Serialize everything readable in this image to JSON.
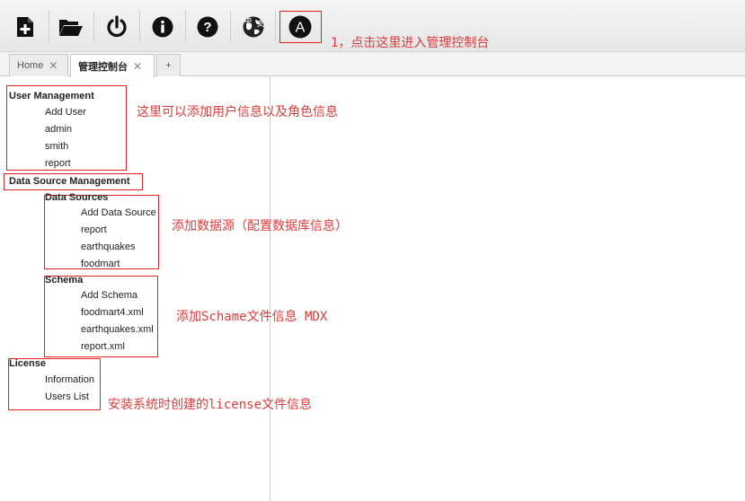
{
  "toolbar": {
    "buttons": [
      {
        "name": "new-icon"
      },
      {
        "name": "open-folder-icon"
      },
      {
        "name": "power-icon"
      },
      {
        "name": "info-icon"
      },
      {
        "name": "help-icon"
      },
      {
        "name": "language-icon"
      },
      {
        "name": "admin-console-icon",
        "glyph": "A"
      }
    ],
    "annotation": "1，点击这里进入管理控制台"
  },
  "tabs": [
    {
      "label": "Home",
      "close": "✕"
    },
    {
      "label": "管理控制台",
      "close": "✕"
    },
    {
      "label": "+"
    }
  ],
  "tree": {
    "user_management": {
      "title": "User Management",
      "items": [
        "Add User",
        "admin",
        "smith",
        "report"
      ],
      "annotation": "这里可以添加用户信息以及角色信息"
    },
    "data_source_management": {
      "title": "Data Source Management",
      "data_sources": {
        "title": "Data Sources",
        "items": [
          "Add Data Source",
          "report",
          "earthquakes",
          "foodmart"
        ],
        "annotation": "添加数据源（配置数据库信息）"
      },
      "schema": {
        "title": "Schema",
        "items": [
          "Add Schema",
          "foodmart4.xml",
          "earthquakes.xml",
          "report.xml"
        ],
        "annotation": "添加Schame文件信息 MDX"
      }
    },
    "license": {
      "title": "License",
      "items": [
        "Information",
        "Users List"
      ],
      "annotation": "安装系统时创建的license文件信息"
    }
  },
  "colors": {
    "annotation": "#e03a3a",
    "highlight_box": "#e02020",
    "icon": "#111111"
  }
}
